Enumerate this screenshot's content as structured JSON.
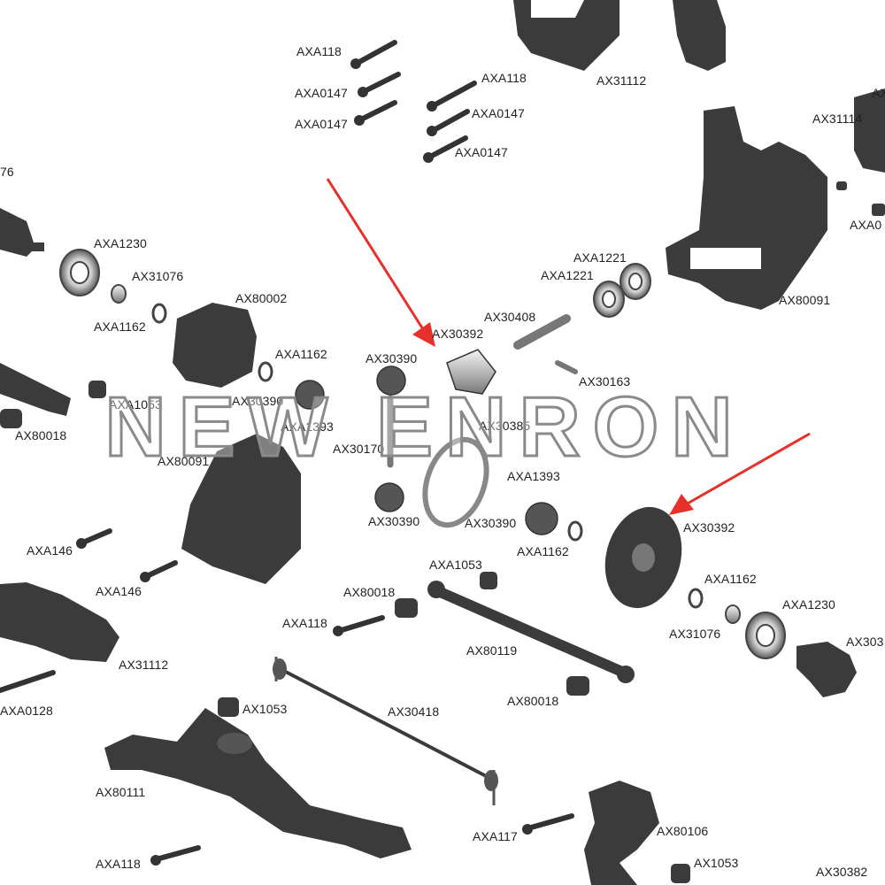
{
  "diagram": {
    "watermark_text": "NEW ENRON",
    "accent_color": "#e8302a",
    "part_color": "#3b3b3b",
    "labels": {
      "l01": "AXA118",
      "l02": "AXA0147",
      "l03": "AXA0147",
      "l04": "AXA118",
      "l05": "AXA0147",
      "l06": "AXA0147",
      "l07": "AX31112",
      "l08": "AX31114",
      "l09": "AXA0",
      "l10": "AX",
      "l11": "76",
      "l12": "AXA1230",
      "l13": "AX31076",
      "l14": "AXA1162",
      "l15": "AX80002",
      "l16": "AXA1221",
      "l17": "AXA1221",
      "l18": "AX80091",
      "l19": "AX30408",
      "l20": "AX30392",
      "l21": "AX30390",
      "l22": "AXA1162",
      "l23": "AX30163",
      "l24": "AX30390",
      "l25": "AXA1053",
      "l26": "AXA1393",
      "l27": "AX30385",
      "l28": "AX80018",
      "l29": "AX80091",
      "l30": "AX30170",
      "l31": "AXA1393",
      "l32": "AX30390",
      "l33": "AX30390",
      "l34": "AX30392",
      "l35": "AXA146",
      "l36": "AXA1162",
      "l37": "AXA146",
      "l38": "AXA1053",
      "l39": "AXA1162",
      "l40": "AX80018",
      "l41": "AXA1230",
      "l42": "AXA118",
      "l43": "AX31076",
      "l44": "AX80119",
      "l45": "AX303",
      "l46": "AX31112",
      "l47": "AX80018",
      "l48": "AXA0128",
      "l49": "AX1053",
      "l50": "AX30418",
      "l51": "AX80111",
      "l52": "AXA117",
      "l53": "AX80106",
      "l54": "AXA118",
      "l55": "AX1053",
      "l56": "AX30382"
    }
  }
}
